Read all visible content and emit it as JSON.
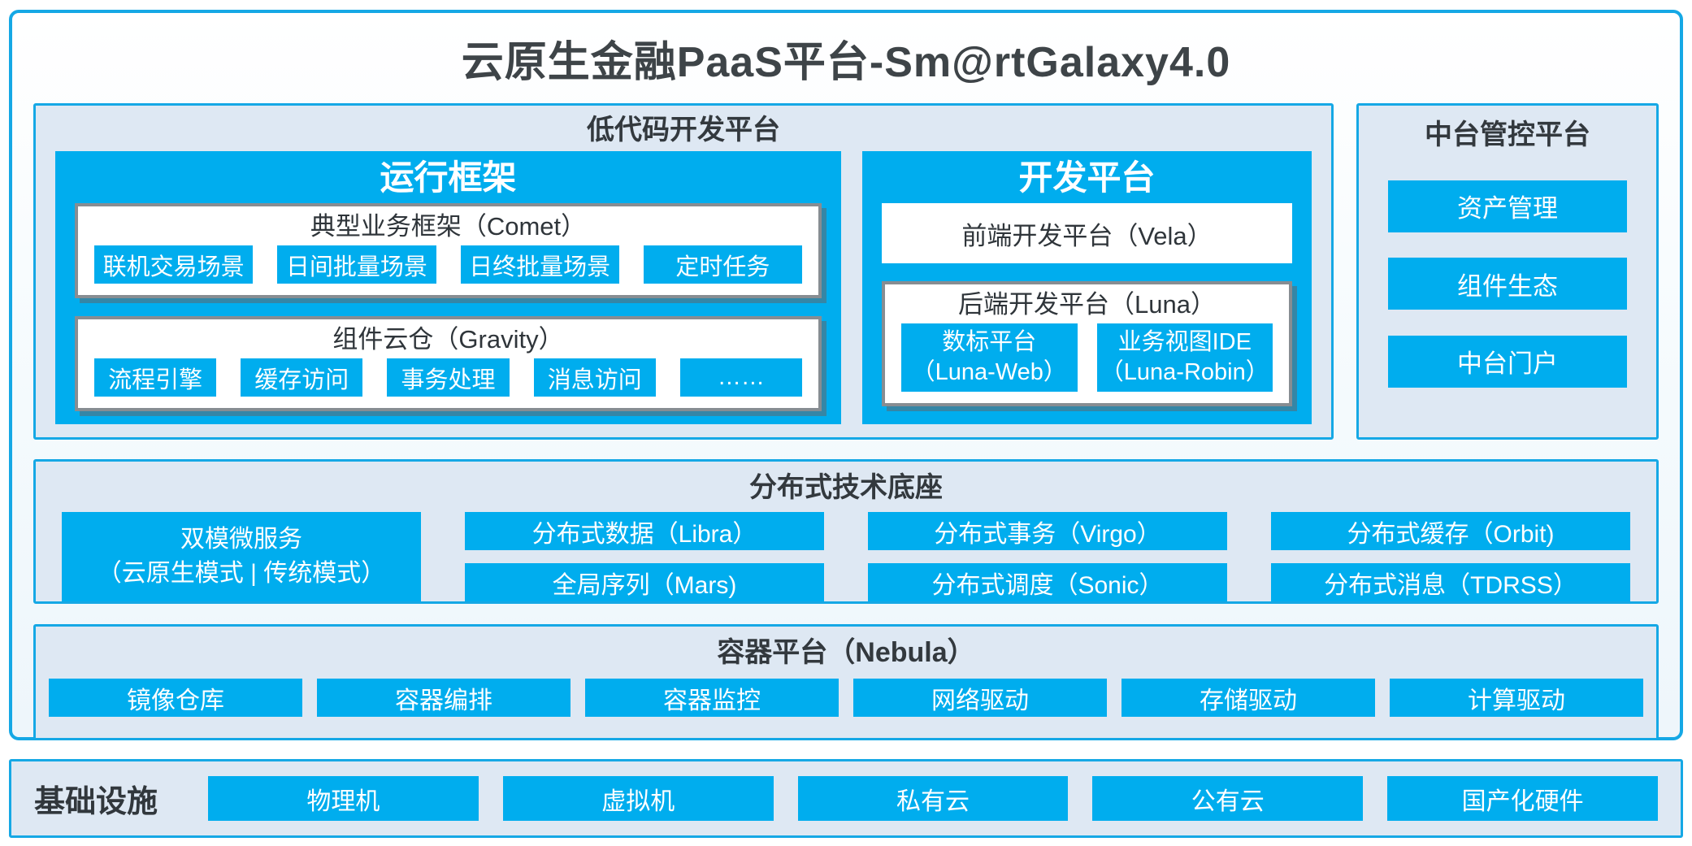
{
  "title": "云原生金融PaaS平台-Sm@rtGalaxy4.0",
  "colors": {
    "accent_blue": "#00ADEE",
    "panel_border": "#15A8E5",
    "panel_bg": "#DEE8F3",
    "gray_border": "#878D92",
    "dark_text": "#33393E",
    "white_text": "#FFFFFF"
  },
  "low_code": {
    "title": "低代码开发平台",
    "runtime": {
      "title": "运行框架",
      "comet": {
        "title": "典型业务框架（Comet）",
        "items": [
          "联机交易场景",
          "日间批量场景",
          "日终批量场景",
          "定时任务"
        ]
      },
      "gravity": {
        "title": "组件云仓（Gravity）",
        "items": [
          "流程引擎",
          "缓存访问",
          "事务处理",
          "消息访问",
          "……"
        ]
      }
    },
    "dev": {
      "title": "开发平台",
      "vela": "前端开发平台（Vela）",
      "luna": {
        "title": "后端开发平台（Luna）",
        "items": [
          {
            "line1": "数标平台",
            "line2": "（Luna-Web）"
          },
          {
            "line1": "业务视图IDE",
            "line2": "（Luna-Robin）"
          }
        ]
      }
    }
  },
  "mid_platform": {
    "title": "中台管控平台",
    "items": [
      "资产管理",
      "组件生态",
      "中台门户"
    ]
  },
  "distributed": {
    "title": "分布式技术底座",
    "featured": {
      "line1": "双模微服务",
      "line2": "（云原生模式 | 传统模式）"
    },
    "columns": [
      [
        "分布式数据（Libra）",
        "全局序列（Mars)"
      ],
      [
        "分布式事务（Virgo）",
        "分布式调度（Sonic）"
      ],
      [
        "分布式缓存（Orbit)",
        "分布式消息（TDRSS）"
      ]
    ]
  },
  "container_platform": {
    "title": "容器平台（Nebula）",
    "items": [
      "镜像仓库",
      "容器编排",
      "容器监控",
      "网络驱动",
      "存储驱动",
      "计算驱动"
    ]
  },
  "infrastructure": {
    "label": "基础设施",
    "items": [
      "物理机",
      "虚拟机",
      "私有云",
      "公有云",
      "国产化硬件"
    ]
  }
}
